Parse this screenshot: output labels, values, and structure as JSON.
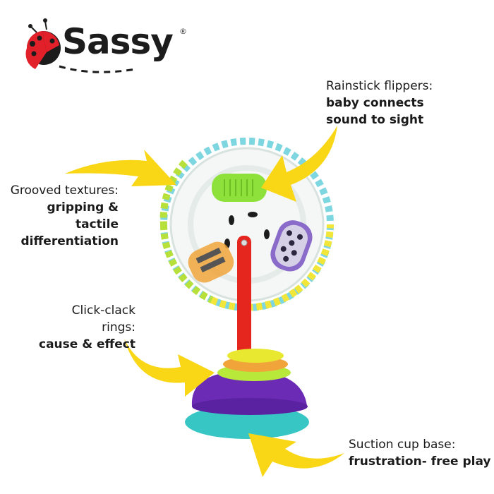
{
  "brand": {
    "name": "Sassy",
    "registered_mark": "®",
    "logo_icon": "ladybug-icon"
  },
  "colors": {
    "arrow_yellow": "#F9D616",
    "ladybug_red": "#E2202A",
    "text_dark": "#1a1a1a",
    "wheel_bead_blue": "#7ED6E0",
    "wheel_bead_green": "#B8E03A",
    "wheel_bead_yellow": "#F2E63A",
    "stem_red": "#E5261E",
    "base_purple": "#6B2BB5",
    "suction_teal": "#38C6C4",
    "flipper_green": "#8EE03A",
    "ring_yellow": "#E8E830",
    "ring_orange": "#F0A43A",
    "ring_lime": "#B8E83A"
  },
  "callouts": [
    {
      "id": "rainstick",
      "heading": "Rainstick flippers:",
      "body_line1": "baby connects",
      "body_line2": "sound to sight"
    },
    {
      "id": "grooved",
      "heading": "Grooved textures:",
      "body_line1": "gripping & tactile",
      "body_line2": "differentiation"
    },
    {
      "id": "clickclack",
      "heading": "Click-clack rings:",
      "body_line1": "cause & effect"
    },
    {
      "id": "suction",
      "heading": "Suction cup base:",
      "body_line1": "frustration- free play"
    }
  ],
  "product": {
    "name": "spinning wheel high chair toy",
    "parts": [
      "bead-ring wheel",
      "rainstick flippers",
      "red stem",
      "click-clack rings",
      "purple base",
      "teal suction cup"
    ]
  }
}
